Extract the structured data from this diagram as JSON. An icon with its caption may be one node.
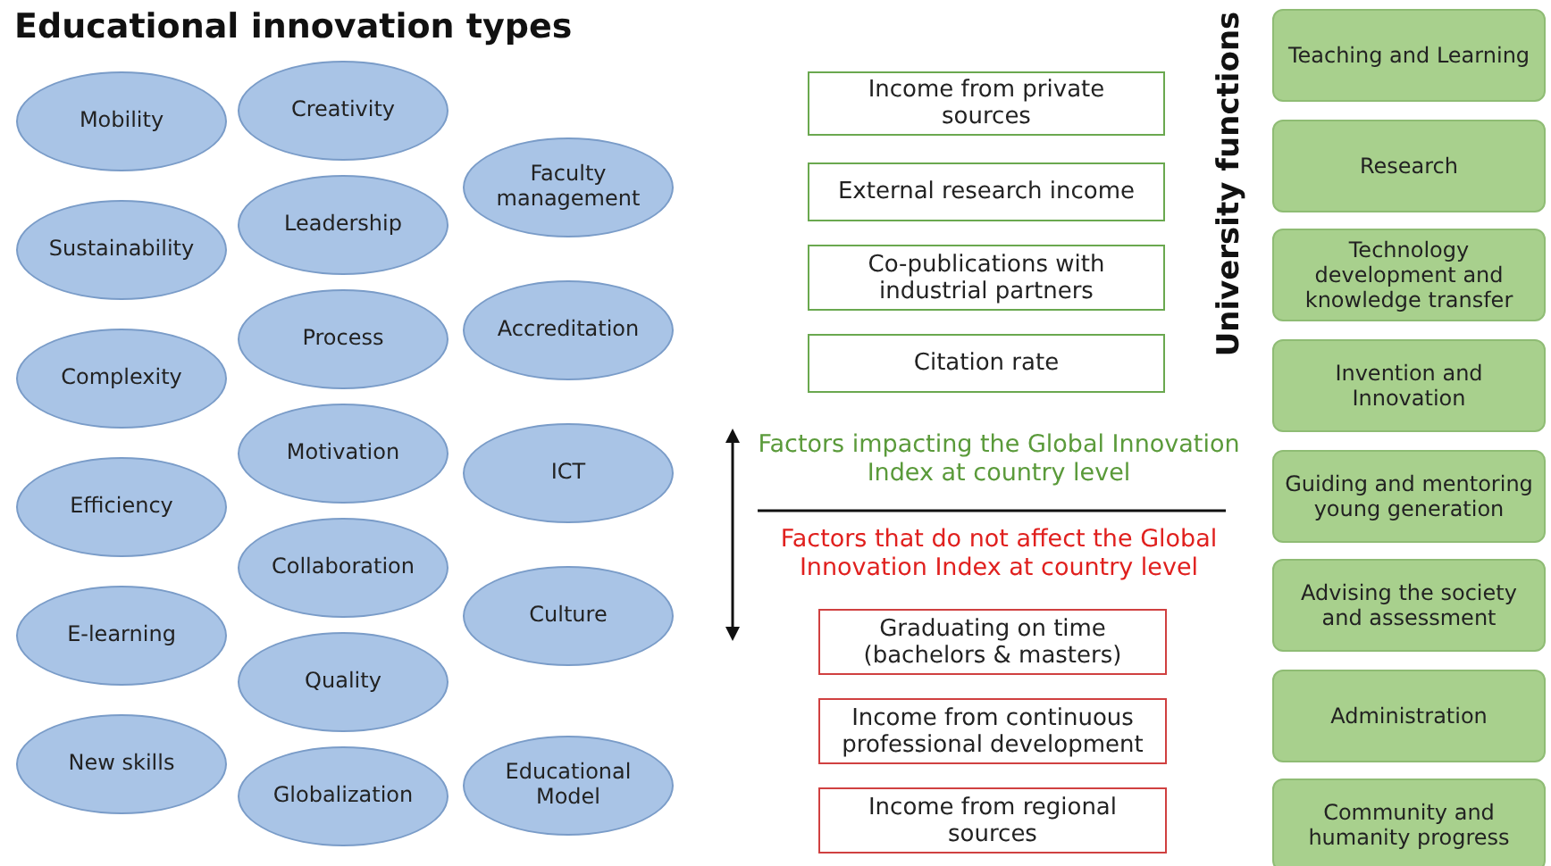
{
  "diagram": {
    "nodes": [
      {
        "text": [
          "Mobility"
        ]
      },
      {
        "text": [
          "Creativity"
        ]
      },
      {
        "text": [
          "Faculty management"
        ]
      },
      {
        "text": [
          "Sustainability"
        ]
      },
      {
        "text": [
          "Leadership"
        ]
      },
      {
        "text": [
          "Accreditation"
        ]
      },
      {
        "text": [
          "Complexity"
        ]
      },
      {
        "text": [
          "Process"
        ]
      },
      {
        "text": [
          "ICT"
        ]
      },
      {
        "text": [
          "Efficiency"
        ]
      },
      {
        "text": [
          "Motivation"
        ]
      },
      {
        "text": [
          "E-learning"
        ]
      },
      {
        "text": [
          "Collaboration"
        ]
      },
      {
        "text": [
          "Culture"
        ]
      },
      {
        "text": [
          "New skills"
        ]
      },
      {
        "text": [
          "Quality"
        ]
      },
      {
        "text": [
          "Globalization"
        ]
      },
      {
        "text": [
          "Educational Model"
        ]
      },
      {
        "text": [
          "Income from private sources"
        ]
      },
      {
        "text": [
          "External research income"
        ]
      },
      {
        "text": [
          "Co-publications with industrial partners"
        ]
      },
      {
        "text": [
          "Citation rate"
        ]
      },
      {
        "text": [
          "Graduating on time (bachelors & masters)"
        ]
      },
      {
        "text": [
          "Income from continuous professional development"
        ]
      },
      {
        "text": [
          "Income from regional sources"
        ]
      },
      {
        "text": [
          "Teaching and Learning"
        ]
      },
      {
        "text": [
          "Research"
        ]
      },
      {
        "text": [
          "Technology development and knowledge transfer"
        ]
      },
      {
        "text": [
          "Invention and Innovation"
        ]
      },
      {
        "text": [
          "Guiding and mentoring young generation"
        ]
      },
      {
        "text": [
          "Advising the society and assessment"
        ]
      },
      {
        "text": [
          "Administration"
        ]
      },
      {
        "text": [
          "Community and humanity progress"
        ]
      }
    ],
    "edges": [],
    "labels": [
      "Educational innovation types",
      "University functions",
      "Factors impacting the Global Innovation Index at country level",
      "Factors that do not affect the Global Innovation Index at country level"
    ]
  }
}
